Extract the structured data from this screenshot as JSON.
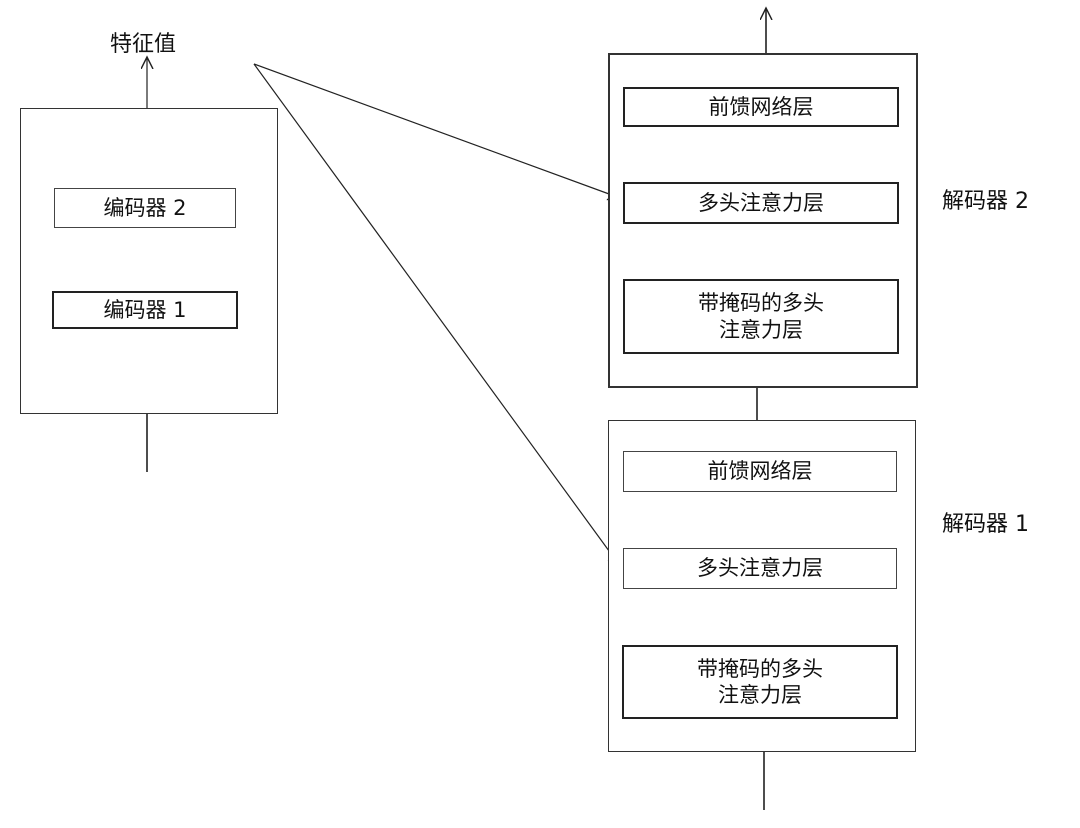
{
  "encoder": {
    "output_label": "特征值",
    "layer_top": "编码器 2",
    "layer_bottom": "编码器 1"
  },
  "decoders": [
    {
      "name": "解码器 2",
      "feed_forward": "前馈网络层",
      "multi_head_attention": "多头注意力层",
      "masked_attention_line1": "带掩码的多头",
      "masked_attention_line2": "注意力层"
    },
    {
      "name": "解码器 1",
      "feed_forward": "前馈网络层",
      "multi_head_attention": "多头注意力层",
      "masked_attention_line1": "带掩码的多头",
      "masked_attention_line2": "注意力层"
    }
  ],
  "colors": {
    "line": "#222222",
    "border": "#333333",
    "background": "#ffffff"
  }
}
